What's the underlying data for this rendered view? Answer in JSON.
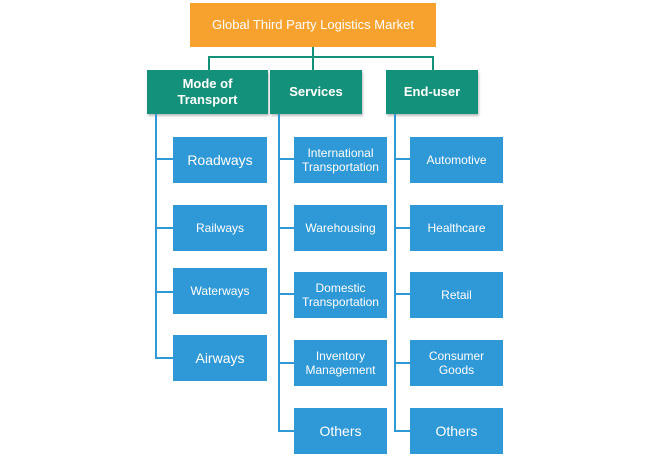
{
  "title": "Global Third Party Logistics Market",
  "categories": [
    {
      "label": "Mode of\nTransport",
      "items": [
        "Roadways",
        "Railways",
        "Waterways",
        "Airways"
      ]
    },
    {
      "label": "Services",
      "items": [
        "International Transportation",
        "Warehousing",
        "Domestic Transportation",
        "Inventory Management",
        "Others"
      ]
    },
    {
      "label": "End-user",
      "items": [
        "Automotive",
        "Healthcare",
        "Retail",
        "Consumer Goods",
        "Others"
      ]
    }
  ],
  "colors": {
    "root": "#f7a12f",
    "category": "#14917a",
    "leaf": "#2f98d7"
  }
}
